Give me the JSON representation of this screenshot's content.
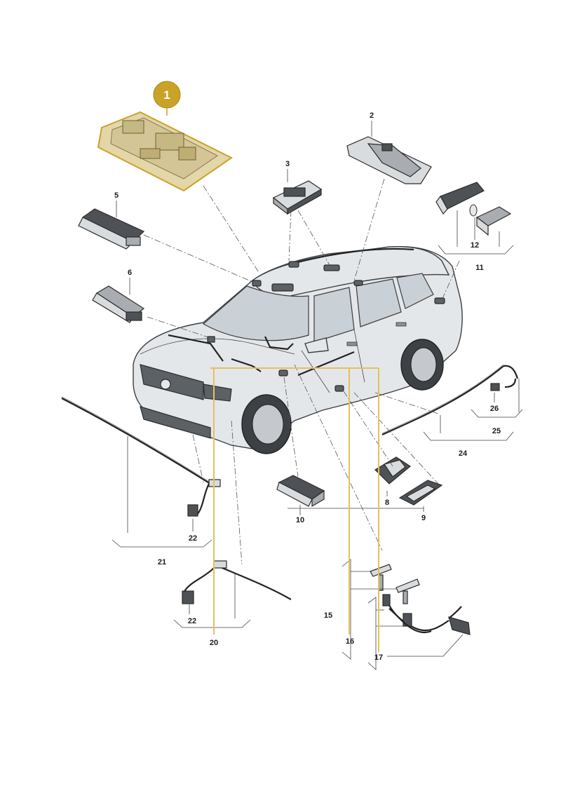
{
  "highlight_color": "#c9a227",
  "yellow_line_color": "#e5c15a",
  "badge": {
    "label": "1"
  },
  "labels": {
    "n2": "2",
    "n3": "3",
    "n5": "5",
    "n6": "6",
    "n8": "8",
    "n9": "9",
    "n10": "10",
    "n11": "11",
    "n12": "12",
    "n15": "15",
    "n16": "16",
    "n17": "17",
    "n20": "20",
    "n21": "21",
    "n22a": "22",
    "n22b": "22",
    "n24": "24",
    "n25": "25",
    "n26": "26"
  }
}
